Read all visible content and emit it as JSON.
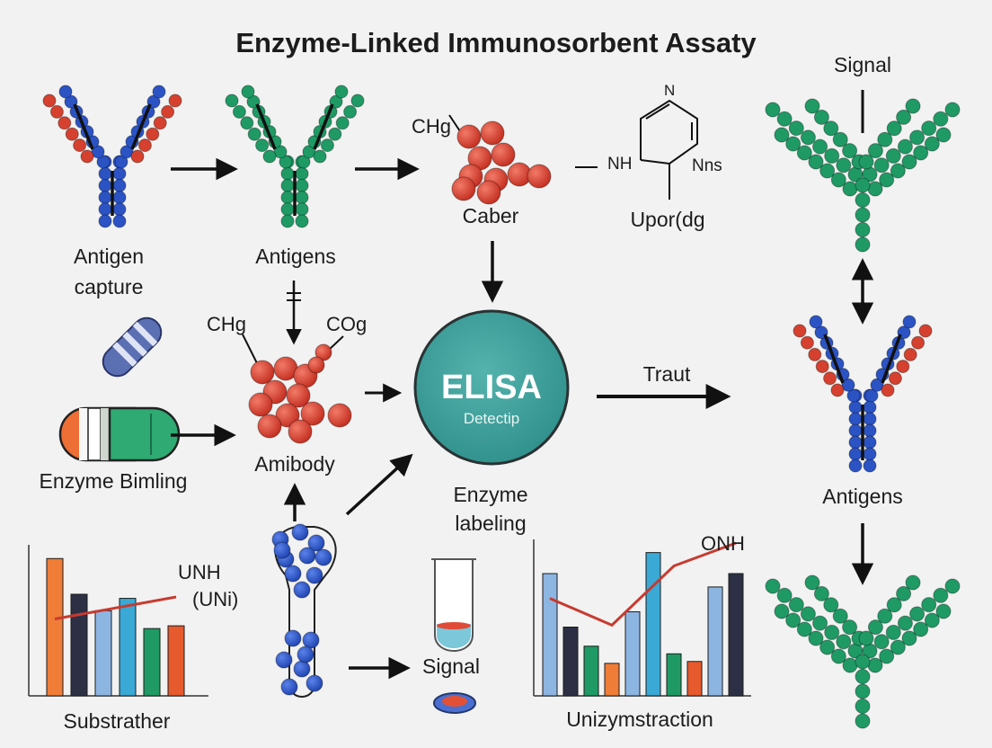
{
  "title": "Enzyme-Linked Immunosorbent Assaty",
  "labels": {
    "antigen_capture_line1": "Antigen",
    "antigen_capture_line2": "capture",
    "antigens_top": "Antigens",
    "ch_top": "CHg",
    "caber": "Caber",
    "nh": "NH",
    "n_top": "N",
    "nns": "Nns",
    "upor": "Upor(dg",
    "signal_top": "Signal",
    "ch_mid": "CHg",
    "co_mid": "COg",
    "amibody": "Amibody",
    "enzyme_bimling": "Enzyme Bimling",
    "enzyme_labeling_line1": "Enzyme",
    "enzyme_labeling_line2": "labeling",
    "traut": "Traut",
    "antigens_right": "Antigens",
    "unh_line1": "UNH",
    "unh_line2": "(UNi)",
    "substrather": "Substrather",
    "signal_bottom": "Signal",
    "onh": "ONH",
    "unizymstraction": "Unizymstraction"
  },
  "center_circle": {
    "title": "ELISA",
    "subtitle": "Detectip"
  },
  "colors": {
    "blue": "#2b53c4",
    "red": "#d6412f",
    "green": "#1f9a65",
    "teal": "#3e9f9b",
    "orange": "#ef7d37",
    "navy": "#2d3044",
    "lightblue": "#8db5e2",
    "cyan": "#3aa9d6",
    "chart_line": "#c83a30"
  },
  "chart_data": [
    {
      "type": "bar",
      "values": [
        100,
        74,
        62,
        71,
        49,
        51
      ],
      "bar_colors": [
        "#ef7d37",
        "#2d3044",
        "#8db5e2",
        "#3aa9d6",
        "#1f9a65",
        "#e65a2e"
      ],
      "overlay_line": [
        56,
        72
      ],
      "ylim": [
        0,
        110
      ]
    },
    {
      "type": "bar",
      "values": [
        64,
        36,
        26,
        17,
        44,
        75,
        22,
        18,
        57,
        64
      ],
      "bar_colors": [
        "#8db5e2",
        "#2d3044",
        "#1f9a65",
        "#ef7d37",
        "#8db5e2",
        "#3aa9d6",
        "#1f9a65",
        "#e65a2e",
        "#8db5e2",
        "#2d3044"
      ],
      "overlay_line": [
        51,
        37,
        68,
        80
      ],
      "ylim": [
        0,
        80
      ]
    }
  ]
}
